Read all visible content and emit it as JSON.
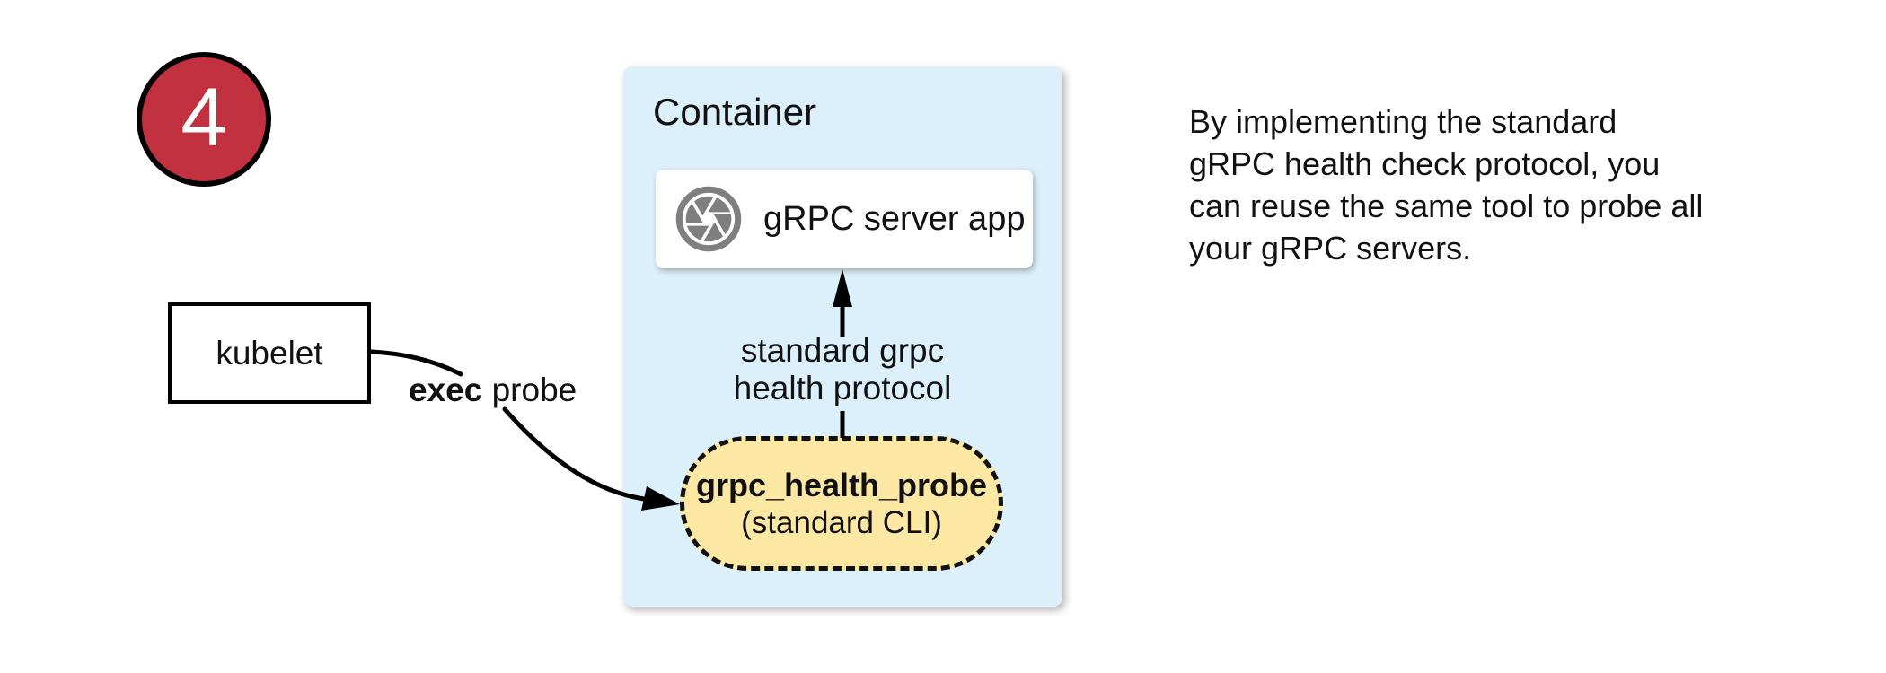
{
  "badge": {
    "number": "4",
    "color": "#C2313F"
  },
  "kubelet": {
    "label": "kubelet"
  },
  "exec_probe": {
    "bold": "exec",
    "rest": " probe"
  },
  "container": {
    "title": "Container",
    "bg_color": "#DCF0FB",
    "server_app": {
      "label": "gRPC server app",
      "icon": "aperture-icon",
      "icon_color": "#7F7F7F"
    },
    "protocol_label": "standard grpc\nhealth protocol",
    "probe": {
      "name": "grpc_health_probe",
      "subtitle": "(standard CLI)",
      "bg_color": "#FCE8A3"
    }
  },
  "note": "By implementing the standard\ngRPC health check protocol, you\ncan reuse the same tool to probe all\nyour gRPC servers."
}
